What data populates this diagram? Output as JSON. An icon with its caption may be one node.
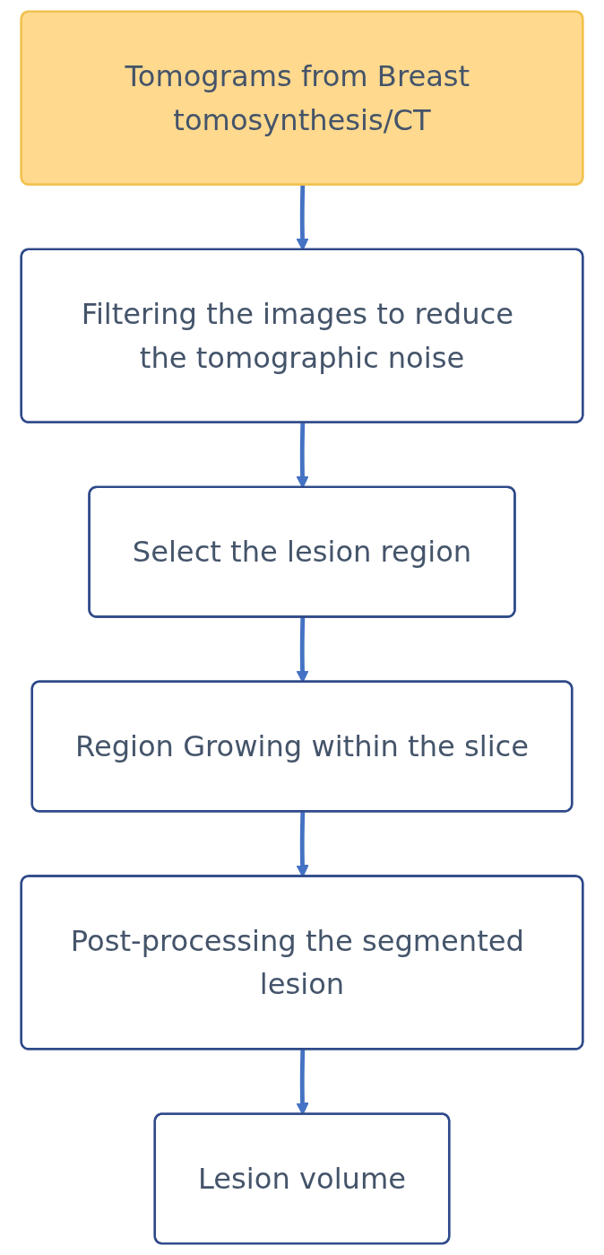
{
  "diagram": {
    "nodes": [
      {
        "text": [
          "Tomograms from Breast tomosynthesis/CT"
        ]
      },
      {
        "text": [
          "Filtering the images to reduce the tomographic noise"
        ]
      },
      {
        "text": [
          "Select the lesion region"
        ]
      },
      {
        "text": [
          "Region Growing within the slice"
        ]
      },
      {
        "text": [
          "Post-processing the segmented lesion"
        ]
      },
      {
        "text": [
          "Lesion volume"
        ]
      }
    ],
    "edges": [
      {
        "from": 0,
        "to": 1,
        "arrow": "to"
      },
      {
        "from": 1,
        "to": 2,
        "arrow": "to"
      },
      {
        "from": 2,
        "to": 3,
        "arrow": "to"
      },
      {
        "from": 3,
        "to": 4,
        "arrow": "to"
      },
      {
        "from": 4,
        "to": 5,
        "arrow": "to"
      }
    ]
  }
}
